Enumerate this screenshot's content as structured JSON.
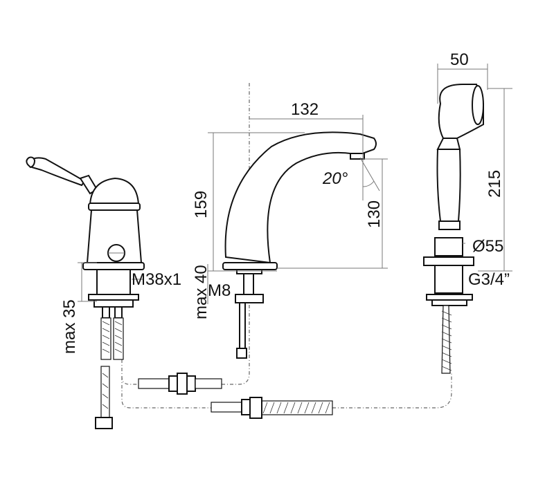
{
  "dimensions": {
    "handshower_width": "50",
    "spout_reach": "132",
    "spout_angle": "20°",
    "handshower_length": "215",
    "spout_total_height": "159",
    "spout_outlet_height": "130",
    "shower_base_diameter": "Ø55",
    "mixer_thread": "M38x1",
    "shower_thread": "G3/4”",
    "spout_deck_thickness": "max 40",
    "spout_thread": "M8",
    "mixer_deck_thickness": "max 35"
  }
}
